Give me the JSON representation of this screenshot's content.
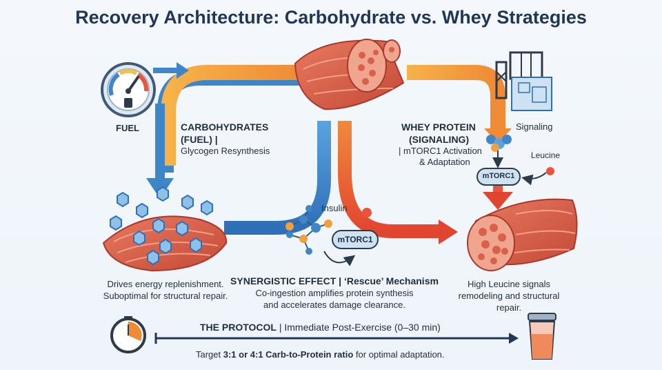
{
  "title": "Recovery Architecture: Carbohydrate vs. Whey Strategies",
  "fuel_label": "FUEL",
  "carb": {
    "heading_line1": "CARBOHYDRATES",
    "heading_line2": "(FUEL) |",
    "subtitle": "Glycogen Resynthesis"
  },
  "whey": {
    "heading_line1": "WHEY PROTEIN",
    "heading_line2": "(SIGNALING)",
    "subtitle_line1": "| mTORC1 Activation",
    "subtitle_line2": "& Adaptation"
  },
  "signaling_label": "Signaling",
  "leucine_label": "Leucine",
  "mtorc1_right": "mTORC1",
  "insulin_label": "Insulin",
  "mtorc1_center": "mTORC1",
  "left_desc": [
    "Drives energy replenishment.",
    "Suboptimal for structural repair."
  ],
  "synergy": {
    "heading_bold": "SYNERGISTIC EFFECT",
    "heading_rest": " | ‘Rescue’ Mechanism",
    "desc": [
      "Co-ingestion amplifies protein synthesis",
      "and accelerates damage clearance."
    ]
  },
  "right_desc": [
    "High Leucine signals",
    "remodeling and structural",
    "repair."
  ],
  "protocol": {
    "heading_bold": "THE PROTOCOL",
    "heading_rest": " | Immediate Post-Exercise (0–30 min)",
    "target_pre": "Target ",
    "target_bold": "3:1 or 4:1 Carb-to-Protein ratio",
    "target_post": " for optimal adaptation."
  },
  "colors": {
    "blue": "#3f86c8",
    "orange": "#f2a03c",
    "red": "#e8553a",
    "muscle": "#d9604a",
    "navy": "#1f3656"
  },
  "icons": [
    "fuel-gauge-icon",
    "muscle-bundle-icon",
    "scaffold-blueprint-icon",
    "glycogen-hexagon-icon",
    "stopwatch-icon",
    "shaker-bottle-icon"
  ]
}
